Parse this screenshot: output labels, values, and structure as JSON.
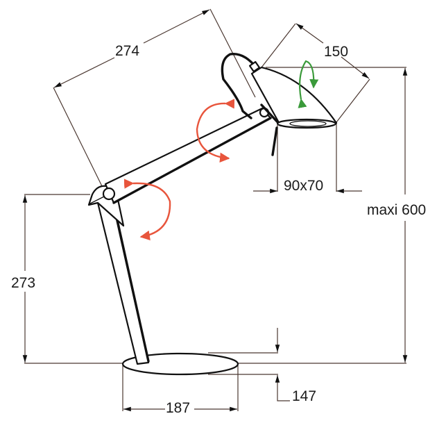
{
  "drawing": {
    "subject": "Desk lamp dimension drawing",
    "units": "mm",
    "colors": {
      "line": "#111111",
      "dimension_line": "#4a3730",
      "rotation_arrow_arm": "#e8553c",
      "rotation_arrow_head": "#3a9a3a",
      "background": "#ffffff"
    },
    "dimensions": {
      "upper_arm_length": "274",
      "head_length": "150",
      "head_aperture": "90x70",
      "max_height": "maxi 600",
      "lower_arm_height": "273",
      "base_diameter": "187",
      "base_thickness": "147"
    }
  }
}
